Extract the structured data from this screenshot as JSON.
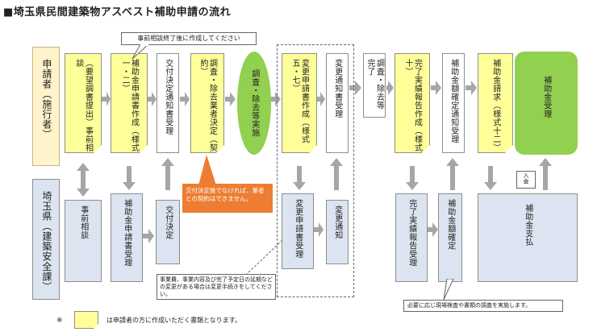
{
  "title": "■埼玉県民間建築物アスベスト補助申請の流れ",
  "rows": {
    "applicant_label": "申請者（施行者）",
    "prefecture_label": "埼玉県（建築安全課）"
  },
  "top": {
    "b1": "（要望調書提出）事前相談",
    "b2": "補助金申請書作成（様式一・二）",
    "b3": "交付決定通知書受理",
    "b4": "調査・除去業者決定（契約）",
    "b5": "調査・除去等実施",
    "b6": "変更申請書作成（様式五・七）",
    "b7": "変更通知書受理",
    "b8": "調査・除去等完了",
    "b9": "完了実績報告作成（様式十）",
    "b10": "補助金額確定通知受理",
    "b11": "補助金請求（様式十二）",
    "b12": "補助金受理"
  },
  "bottom": {
    "c1": "事前相談",
    "c2": "補助金申請書受理",
    "c3": "交付決定",
    "c4": "変更申請書受理",
    "c5": "変更通知",
    "c6": "完了実績報告受理",
    "c7": "補助金額確定",
    "c8": "補助金支払"
  },
  "callouts": {
    "top_note": "事前相談終了後に作成してください",
    "orange_note": "交付決定後でなければ、業者との契約はできません。",
    "change_note": "事業費、事業内容及び完了予定日の延期などの変更がある場合は変更手続きをしてください。",
    "inspection_note": "必要に応じ現場検査や書類の調査を実施します。",
    "payment_label": "入金"
  },
  "legend": {
    "mark": "※",
    "text": "は申請者の方に作成いただく書類となります。"
  },
  "colors": {
    "yellow": "#ffff99",
    "blue": "#dbe4f0",
    "green": "#92d050",
    "orange": "#ed7d31",
    "arrow": "#a6a6a6"
  }
}
